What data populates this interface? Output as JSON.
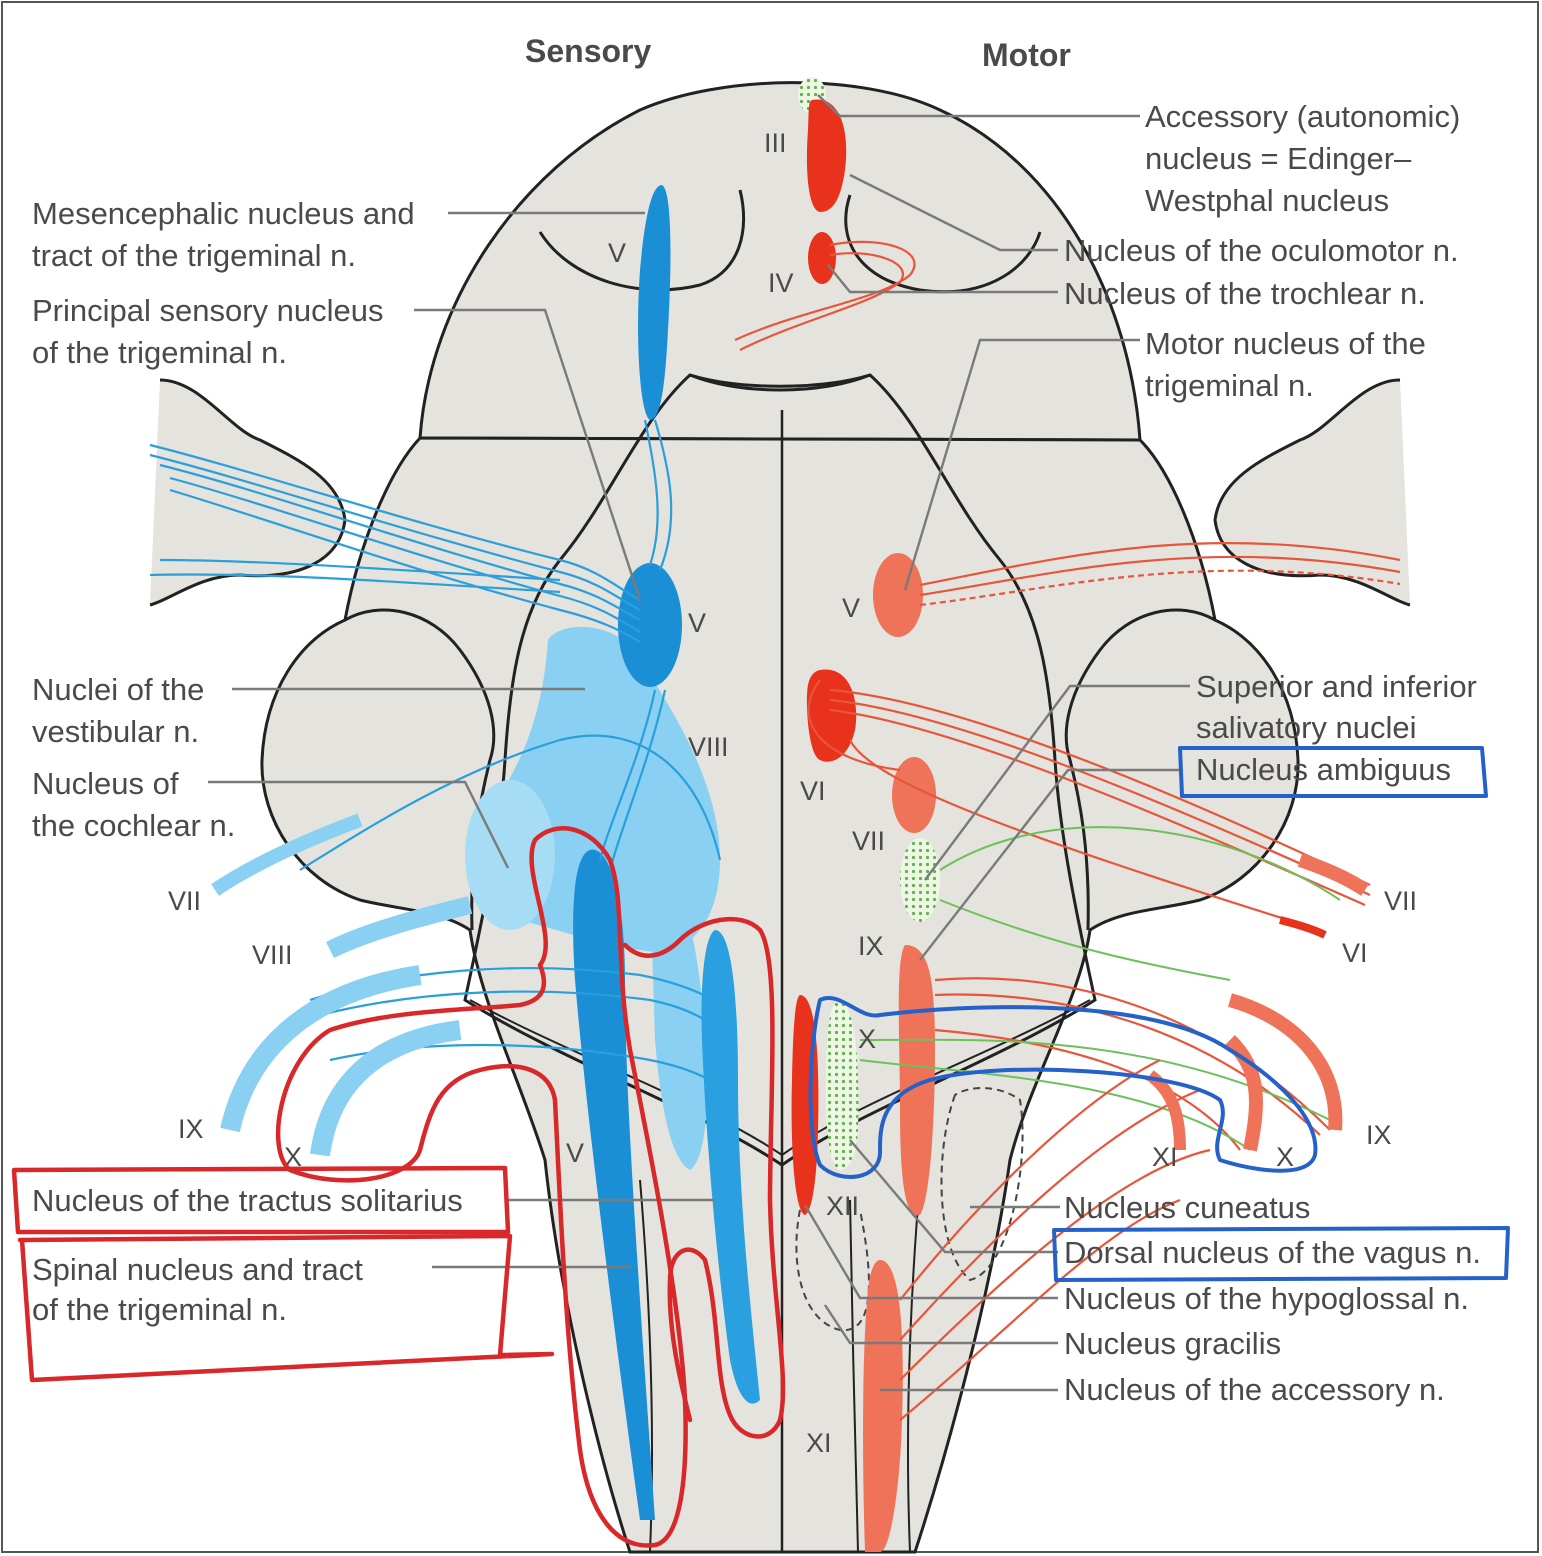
{
  "headers": {
    "sensory": "Sensory",
    "motor": "Motor"
  },
  "left_labels": {
    "mesencephalic": [
      "Mesencephalic nucleus and",
      "tract of the trigeminal n."
    ],
    "principal": [
      "Principal sensory nucleus",
      "of the trigeminal n."
    ],
    "vestibular": [
      "Nuclei of the",
      "vestibular n."
    ],
    "cochlear": [
      "Nucleus of",
      "the cochlear n."
    ],
    "solitarius": [
      "Nucleus of the tractus solitarius"
    ],
    "spinal_trigeminal": [
      "Spinal nucleus and tract",
      "of the trigeminal n."
    ]
  },
  "right_labels": {
    "edinger": [
      "Accessory (autonomic)",
      "nucleus = Edinger–",
      "Westphal nucleus"
    ],
    "oculomotor": [
      "Nucleus of the oculomotor n."
    ],
    "trochlear": [
      "Nucleus of the trochlear n."
    ],
    "motor_trigeminal": [
      "Motor nucleus of the",
      "trigeminal n."
    ],
    "salivatory": [
      "Superior and inferior",
      "salivatory nuclei"
    ],
    "ambiguus": [
      "Nucleus ambiguus"
    ],
    "cuneatus": [
      "Nucleus cuneatus"
    ],
    "dorsal_vagus": [
      "Dorsal nucleus of the vagus n."
    ],
    "hypoglossal": [
      "Nucleus of the hypoglossal n."
    ],
    "gracilis": [
      "Nucleus gracilis"
    ],
    "accessory": [
      "Nucleus of the accessory n."
    ]
  },
  "numerals": {
    "iii": "III",
    "iv": "IV",
    "v_top": "V",
    "v_sensory": "V",
    "v_motor": "V",
    "viii_inner": "VIII",
    "vi_inner": "VI",
    "vii_inner": "VII",
    "ix_inner": "IX",
    "x_inner": "X",
    "xii_inner": "XII",
    "v_lower": "V",
    "xi_bottom": "XI",
    "vii_left": "VII",
    "viii_left": "VIII",
    "ix_left": "IX",
    "x_left": "X",
    "vii_right": "VII",
    "vi_right": "VI",
    "ix_right": "IX",
    "x_right": "X",
    "xi_right": "XI"
  },
  "colors": {
    "sensory_blue": "#1a8fd6",
    "sensory_light": "#8ad0f2",
    "motor_red": "#e8321c",
    "motor_salmon": "#ef7358",
    "autonomic_green": "#6fbf5a",
    "annotation_red": "#d8282a",
    "annotation_blue": "#2461c8",
    "brainstem_fill": "#e4e3de"
  }
}
